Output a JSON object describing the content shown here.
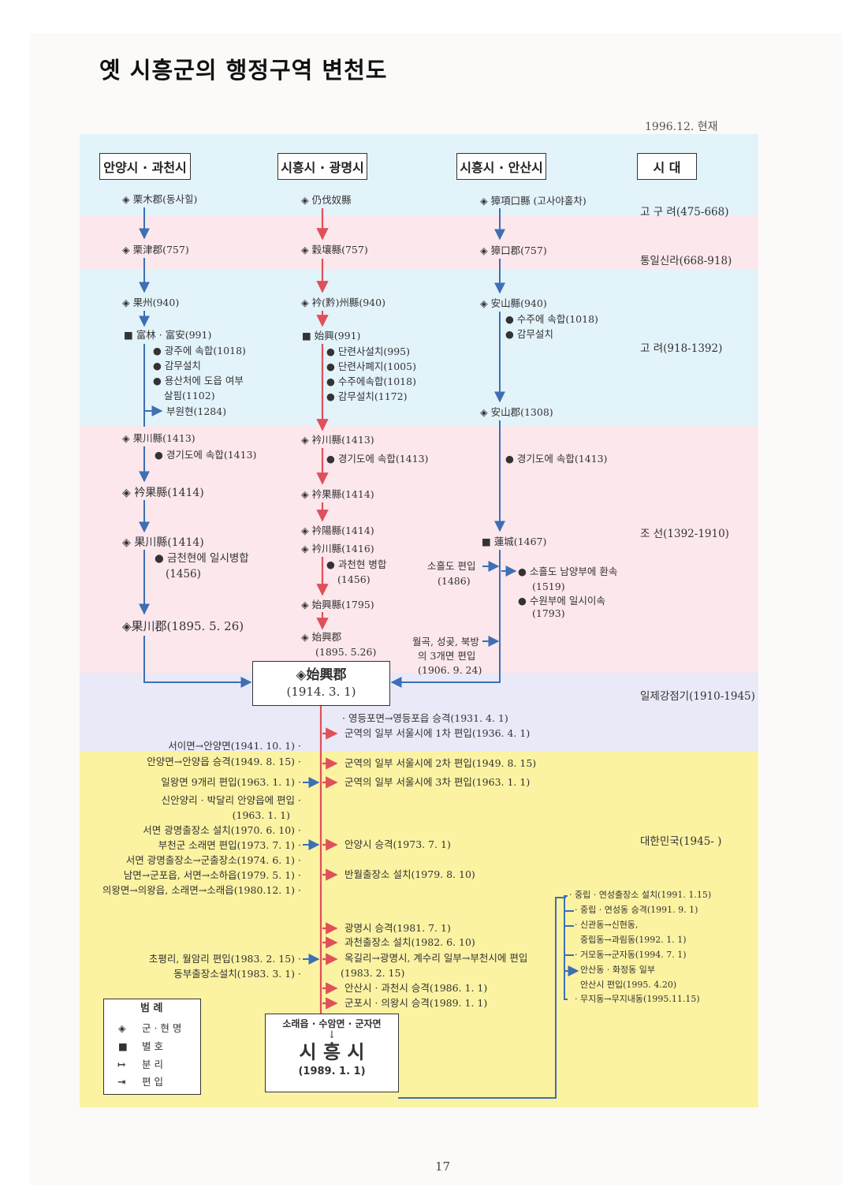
{
  "title": "옛 시흥군의 행정구역 변천도",
  "date": "1996.12. 현재",
  "colors": {
    "blue_arrow": "#3e6fb5",
    "red_arrow": "#e0505a",
    "band_blue": "#e3f3fa",
    "band_pink": "#fbe7ec",
    "band_lavender": "#eae9f8",
    "band_yellow": "#fbf3a2"
  },
  "columns": {
    "col1": "안양시 · 과천시",
    "col2": "시흥시 · 광명시",
    "col3": "시흥시 · 안산시",
    "era": "시    대"
  },
  "eras": {
    "goguryeo": "고 구 려(475-668)",
    "silla": "통일신라(668-918)",
    "goryeo": "고        려(918-1392)",
    "joseon": "조        선(1392-1910)",
    "japan": "일제강점기(1910-1945)",
    "korea": "대한민국(1945-     )"
  },
  "col1": {
    "n1": "◈ 栗木郡(동사힐)",
    "n2": "◈ 栗津郡(757)",
    "n3": "◈ 果州(940)",
    "n4": "■ 富林 · 富安(991)",
    "n4a": "● 광주에 속합(1018)",
    "n4b": "● 감무설치",
    "n4c": "● 용산처에 도읍 여부",
    "n4d": "살핌(1102)",
    "n4e": "부원현(1284)",
    "n5": "◈ 果川縣(1413)",
    "n5a": "● 경기도에 속합(1413)",
    "n6": "◈ 衿果縣(1414)",
    "n7": "◈ 果川縣(1414)",
    "n7a": "● 금천현에 일시병합",
    "n7b": "(1456)",
    "n8": "◈果川郡(1895. 5. 26)"
  },
  "col2": {
    "n1": "◈ 仍伐奴縣",
    "n2": "◈ 穀壤縣(757)",
    "n3": "◈ 衿(黔)州縣(940)",
    "n4": "■ 始興(991)",
    "n4a": "● 단련사설치(995)",
    "n4b": "● 단련사폐지(1005)",
    "n4c": "● 수주에속합(1018)",
    "n4d": "● 감무설치(1172)",
    "n5": "◈ 衿川縣(1413)",
    "n5a": "● 경기도에 속합(1413)",
    "n6": "◈ 衿果縣(1414)",
    "n7": "◈ 衿陽縣(1414)",
    "n8": "◈ 衿川縣(1416)",
    "n8a": "● 과천현 병합",
    "n8b": "(1456)",
    "n9": "◈ 始興縣(1795)",
    "n10": "◈ 始興郡",
    "n10a": "(1895. 5.26)"
  },
  "col3": {
    "n1": "◈ 獐項口縣 (고사야홀차)",
    "n2": "◈ 獐口郡(757)",
    "n3": "◈ 安山縣(940)",
    "n3a": "● 수주에 속합(1018)",
    "n3b": "● 감무설치",
    "n4": "◈ 安山郡(1308)",
    "n4a": "● 경기도에 속합(1413)",
    "n5": "■ 蓮城(1467)",
    "n5a": "소흘도 편입",
    "n5b": "(1486)",
    "n5c": "● 소흘도 남양부에 환속",
    "n5d": "(1519)",
    "n5e": "● 수원부에 일시이속",
    "n5f": "(1793)",
    "n6a": "월곡, 성곶, 북방",
    "n6b": "의 3개면 편입",
    "n6c": "(1906. 9. 24)"
  },
  "center": {
    "name": "◈始興郡",
    "date": "(1914. 3. 1)"
  },
  "right_events": {
    "e1": "· 영등포면→영등포읍 승격(1931. 4. 1)",
    "e2": "군역의 일부 서울시에 1차 편입(1936. 4. 1)",
    "e3": "군역의 일부 서울시에 2차 편입(1949. 8. 15)",
    "e4": "군역의 일부 서울시에 3차 편입(1963. 1. 1)",
    "e5": "안양시 승격(1973. 7. 1)",
    "e6": "반월출장소 설치(1979. 8. 10)",
    "e7": "광명시 승격(1981. 7. 1)",
    "e8": "과천출장소 설치(1982. 6. 10)",
    "e9": "옥길리→광명시, 계수리 일부→부천시에 편입",
    "e9b": "(1983. 2. 15)",
    "e10": "안산시 · 과천시 승격(1986. 1. 1)",
    "e11": "군포시 · 의왕시 승격(1989. 1. 1)"
  },
  "left_events": {
    "l1": "서이면→안양면(1941. 10. 1) ·",
    "l2": "안양면→안양읍 승격(1949. 8. 15) ·",
    "l3": "일왕면 9개리 편입(1963. 1. 1) ·",
    "l4": "신안양리 · 박달리 안양읍에 편입 ·",
    "l4b": "(1963. 1. 1)",
    "l5": "서면 광명출장소 설치(1970. 6. 10) ·",
    "l6": "부천군 소래면 편입(1973. 7. 1) ·",
    "l7": "서면 광명출장소→군출장소(1974. 6. 1) ·",
    "l8": "남면→군포읍, 서면→소하읍(1979. 5. 1) ·",
    "l9": "의왕면→의왕읍, 소래면→소래읍(1980.12. 1) ·",
    "l10": "초평리, 월암리 편입(1983. 2. 15) ·",
    "l11": "동부출장소설치(1983. 3. 1) ·"
  },
  "far_right": {
    "f1": "· 중립 · 연성출장소 설치(1991. 1.15)",
    "f2": "· 중립 · 연성동 승격(1991. 9. 1)",
    "f3": "· 신관동→신현동,",
    "f4": "중립동→과림동(1992. 1. 1)",
    "f5": "· 거모동→군자동(1994. 7. 1)",
    "f6": "안산동 · 화정동 일부",
    "f7": "안산시 편입(1995. 4.20)",
    "f8": "· 무지동→무지내동(1995.11.15)"
  },
  "final_box": {
    "top": "소래읍 · 수암면 · 군자면",
    "arrow": "↓",
    "name": "시 흥 시",
    "date": "(1989. 1. 1)"
  },
  "legend": {
    "title": "범    례",
    "rows": [
      {
        "sym": "◈",
        "label": "군 · 현 명"
      },
      {
        "sym": "■",
        "label": "별      호"
      },
      {
        "sym": "↦",
        "label": "분      리"
      },
      {
        "sym": "⇥",
        "label": "편      입"
      }
    ]
  },
  "page_number": "17"
}
